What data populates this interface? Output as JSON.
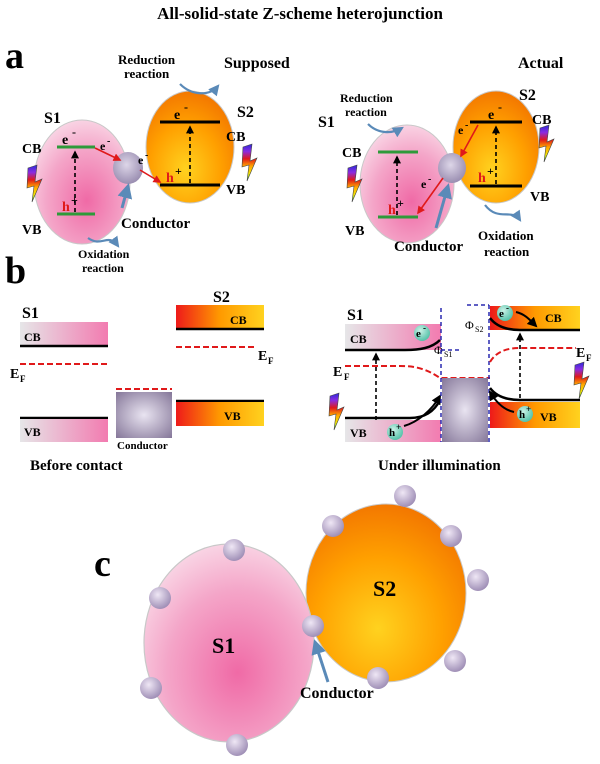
{
  "title": "All-solid-state Z-scheme heterojunction",
  "panel_labels": {
    "a": "a",
    "b": "b",
    "c": "c"
  },
  "labels": {
    "supposed": "Supposed",
    "actual": "Actual",
    "s1": "S1",
    "s2": "S2",
    "cb": "CB",
    "vb": "VB",
    "electron": "e",
    "hole": "h",
    "minus": "-",
    "plus": "+",
    "reduction_line1": "Reduction",
    "reduction_line2": "reaction",
    "oxidation_line1": "Oxidation",
    "oxidation_line2": "reaction",
    "conductor": "Conductor",
    "ef": "E",
    "ef_sub": "F",
    "phi": "Φ",
    "phi_s1_sub": "S1",
    "phi_s2_sub": "S2",
    "before_contact": "Before contact",
    "under_illumination": "Under illumination"
  },
  "colors": {
    "s1_pink": "#f06aa6",
    "s2_orange": "#f07a00",
    "s2_yellow": "#ffd21f",
    "conductor_purple": "#a195b5",
    "band_green": "#2e9a3a",
    "ef_red": "#e0191a",
    "interface_blue": "#2a2ab0",
    "arrow_blue": "#5a8ab8",
    "electron_red": "#e0191a"
  }
}
